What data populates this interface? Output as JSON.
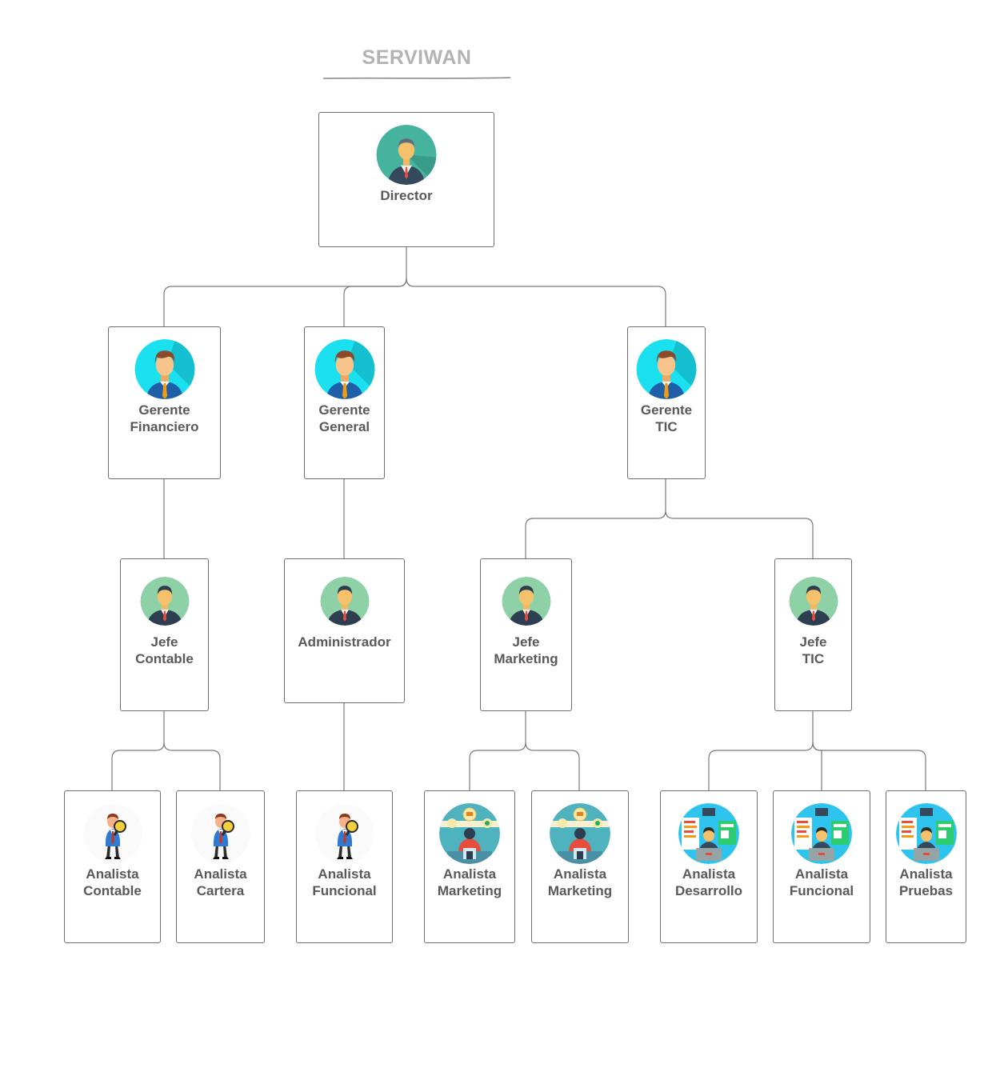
{
  "title": "SERVIWAN",
  "nodes": {
    "director": "Director",
    "gerente_financiero": "Gerente\nFinanciero",
    "gerente_general": "Gerente\nGeneral",
    "gerente_tic": "Gerente\nTIC",
    "jefe_contable": "Jefe\nContable",
    "administrador": "Administrador",
    "jefe_marketing": "Jefe\nMarketing",
    "jefe_tic": "Jefe\nTIC",
    "analista_contable": "Analista\nContable",
    "analista_cartera": "Analista\nCartera",
    "analista_funcional_1": "Analista\nFuncional",
    "analista_marketing_1": "Analista\nMarketing",
    "analista_marketing_2": "Analista\nMarketing",
    "analista_desarrollo": "Analista\nDesarrollo",
    "analista_funcional_2": "Analista\nFuncional",
    "analista_pruebas": "Analista\nPruebas"
  },
  "icons": {
    "director": "executive-avatar-icon",
    "manager": "manager-avatar-icon",
    "chief": "chief-avatar-icon",
    "auditor": "auditor-magnifier-icon",
    "marketing": "marketing-workstation-icon",
    "developer": "developer-workstation-icon"
  },
  "colors": {
    "title": "#b3b3b3",
    "label": "#595959",
    "border": "#6e6e6e",
    "connector": "#7a7a7a",
    "teal": "#45b39d",
    "cyan": "#1ae0f0",
    "mint": "#8fd1a6"
  }
}
